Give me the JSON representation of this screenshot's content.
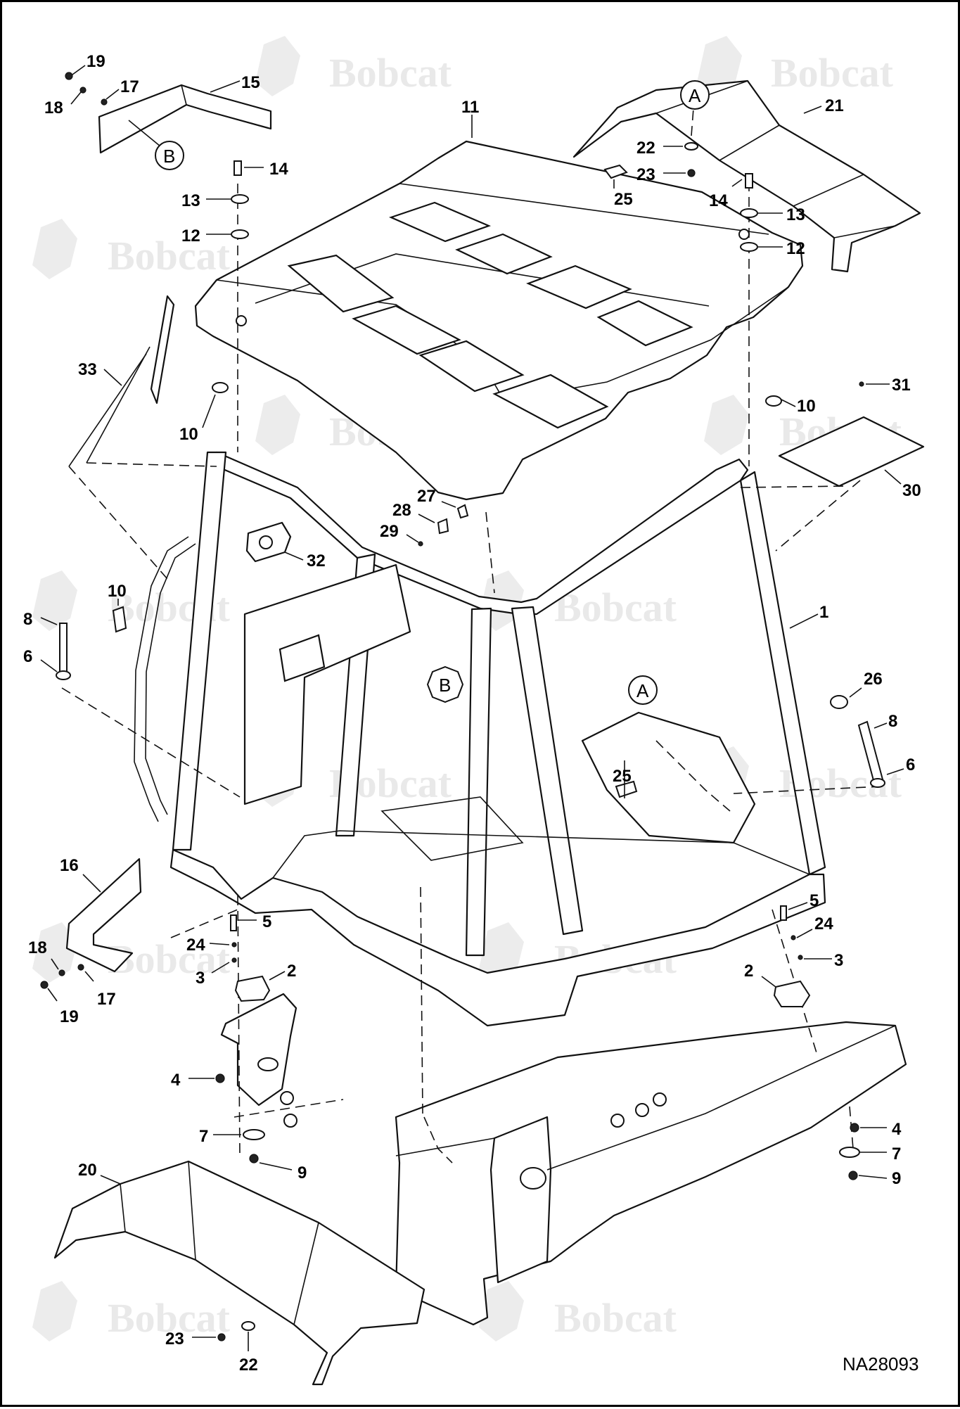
{
  "watermark": {
    "brand": "Bobcat"
  },
  "drawing_number": "NA28093",
  "reference_markers": [
    "A",
    "B"
  ],
  "callouts": [
    "1",
    "2",
    "3",
    "4",
    "5",
    "6",
    "7",
    "8",
    "9",
    "10",
    "11",
    "12",
    "13",
    "14",
    "15",
    "16",
    "17",
    "18",
    "19",
    "20",
    "21",
    "22",
    "23",
    "24",
    "25",
    "26",
    "27",
    "28",
    "29",
    "30",
    "31",
    "32",
    "33"
  ]
}
